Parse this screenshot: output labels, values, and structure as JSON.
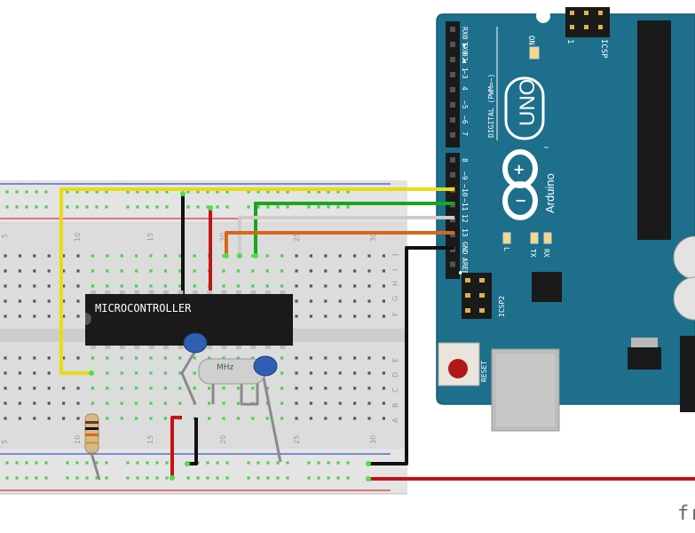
{
  "arduino": {
    "digital_label": "DIGITAL (PWM=~)",
    "pins_upper": [
      "RX0 ▶ 0",
      "TX0 ◀ 1",
      "2",
      "~3",
      "4",
      "~5",
      "~6",
      "7"
    ],
    "pins_lower": [
      "8",
      "~9",
      "~10",
      "~11",
      "12",
      "13",
      "GND",
      "AREF"
    ],
    "on_label": "ON",
    "icsp_label": "ICSP",
    "icsp_pin1": "1",
    "icsp2_label": "ICSP2",
    "uno_label": "UNO",
    "brand_label": "Arduino",
    "tm": "™",
    "l_label": "L",
    "tx_label": "TX",
    "rx_label": "RX",
    "reset_label": "RESET",
    "colors": {
      "board": "#1d6f8c",
      "header": "#1a1a1a",
      "led": "#f5d889"
    }
  },
  "breadboard": {
    "column_numbers_top": [
      "5",
      "10",
      "15",
      "20",
      "25",
      "30"
    ],
    "column_numbers_bottom": [
      "5",
      "10",
      "15",
      "20",
      "25",
      "30"
    ],
    "row_letters_top": [
      "J",
      "I",
      "H",
      "G",
      "F"
    ],
    "row_letters_bottom": [
      "E",
      "D",
      "C",
      "B",
      "A"
    ]
  },
  "chip": {
    "label": "MICROCONTROLLER"
  },
  "crystal": {
    "label": "MHz"
  },
  "watermark": {
    "text": "fr"
  }
}
